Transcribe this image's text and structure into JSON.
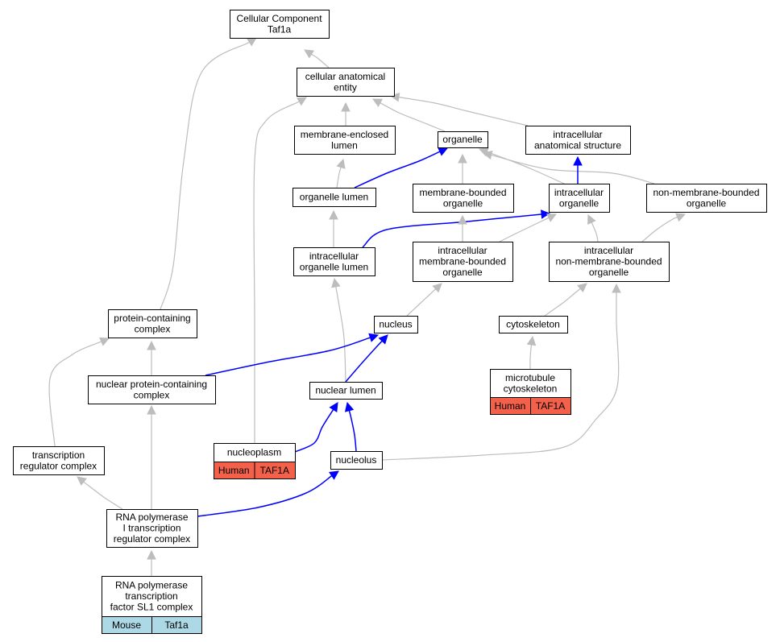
{
  "nodes": {
    "cc_root": {
      "lines": [
        "Cellular Component",
        "Taf1a"
      ]
    },
    "cae": {
      "lines": [
        "cellular anatomical",
        "entity"
      ]
    },
    "mel": {
      "lines": [
        "membrane-enclosed",
        "lumen"
      ]
    },
    "organelle": {
      "lines": [
        "organelle"
      ]
    },
    "ias": {
      "lines": [
        "intracellular",
        "anatomical structure"
      ]
    },
    "ol": {
      "lines": [
        "organelle lumen"
      ]
    },
    "mbo": {
      "lines": [
        "membrane-bounded",
        "organelle"
      ]
    },
    "io": {
      "lines": [
        "intracellular",
        "organelle"
      ]
    },
    "nmbo": {
      "lines": [
        "non-membrane-bounded",
        "organelle"
      ]
    },
    "iol": {
      "lines": [
        "intracellular",
        "organelle lumen"
      ]
    },
    "imbo": {
      "lines": [
        "intracellular",
        "membrane-bounded",
        "organelle"
      ]
    },
    "inmbo": {
      "lines": [
        "intracellular",
        "non-membrane-bounded",
        "organelle"
      ]
    },
    "pcc": {
      "lines": [
        "protein-containing",
        "complex"
      ]
    },
    "nucleus": {
      "lines": [
        "nucleus"
      ]
    },
    "cytoskeleton": {
      "lines": [
        "cytoskeleton"
      ]
    },
    "npcc": {
      "lines": [
        "nuclear protein-containing",
        "complex"
      ]
    },
    "nl": {
      "lines": [
        "nuclear lumen"
      ]
    },
    "mt": {
      "lines": [
        "microtubule",
        "cytoskeleton"
      ],
      "cells": [
        "Human",
        "TAF1A"
      ]
    },
    "trc": {
      "lines": [
        "transcription",
        "regulator complex"
      ]
    },
    "np": {
      "lines": [
        "nucleoplasm"
      ],
      "cells": [
        "Human",
        "TAF1A"
      ]
    },
    "nucleolus": {
      "lines": [
        "nucleolus"
      ]
    },
    "rpi": {
      "lines": [
        "RNA polymerase",
        "I transcription",
        "regulator complex"
      ]
    },
    "sl1": {
      "lines": [
        "RNA polymerase",
        "transcription",
        "factor SL1 complex"
      ],
      "cells": [
        "Mouse",
        "Taf1a"
      ]
    }
  },
  "edges": [
    {
      "from": "cae",
      "to": "cc_root",
      "color": "gray"
    },
    {
      "from": "pcc",
      "to": "cc_root",
      "color": "gray"
    },
    {
      "from": "mel",
      "to": "cae",
      "color": "gray"
    },
    {
      "from": "organelle",
      "to": "cae",
      "color": "gray"
    },
    {
      "from": "ias",
      "to": "cae",
      "color": "gray"
    },
    {
      "from": "np",
      "to": "cae",
      "color": "gray"
    },
    {
      "from": "ol",
      "to": "mel",
      "color": "gray"
    },
    {
      "from": "ol",
      "to": "organelle",
      "color": "blue"
    },
    {
      "from": "mbo",
      "to": "organelle",
      "color": "gray"
    },
    {
      "from": "io",
      "to": "organelle",
      "color": "gray"
    },
    {
      "from": "nmbo",
      "to": "organelle",
      "color": "gray"
    },
    {
      "from": "io",
      "to": "ias",
      "color": "blue"
    },
    {
      "from": "iol",
      "to": "ol",
      "color": "gray"
    },
    {
      "from": "iol",
      "to": "io",
      "color": "blue"
    },
    {
      "from": "imbo",
      "to": "mbo",
      "color": "gray"
    },
    {
      "from": "imbo",
      "to": "io",
      "color": "gray"
    },
    {
      "from": "inmbo",
      "to": "io",
      "color": "gray"
    },
    {
      "from": "inmbo",
      "to": "nmbo",
      "color": "gray"
    },
    {
      "from": "nucleus",
      "to": "imbo",
      "color": "gray"
    },
    {
      "from": "cytoskeleton",
      "to": "inmbo",
      "color": "gray"
    },
    {
      "from": "mt",
      "to": "cytoskeleton",
      "color": "gray"
    },
    {
      "from": "nl",
      "to": "iol",
      "color": "gray"
    },
    {
      "from": "nl",
      "to": "nucleus",
      "color": "blue"
    },
    {
      "from": "npcc",
      "to": "pcc",
      "color": "gray"
    },
    {
      "from": "npcc",
      "to": "nucleus",
      "color": "blue"
    },
    {
      "from": "trc",
      "to": "pcc",
      "color": "gray"
    },
    {
      "from": "np",
      "to": "nl",
      "color": "blue"
    },
    {
      "from": "nucleolus",
      "to": "nl",
      "color": "blue"
    },
    {
      "from": "nucleolus",
      "to": "inmbo",
      "color": "gray"
    },
    {
      "from": "rpi",
      "to": "trc",
      "color": "gray"
    },
    {
      "from": "rpi",
      "to": "npcc",
      "color": "gray"
    },
    {
      "from": "rpi",
      "to": "nucleolus",
      "color": "blue"
    },
    {
      "from": "sl1",
      "to": "rpi",
      "color": "gray"
    }
  ],
  "colors": {
    "edge_gray": "#bdbdbd",
    "edge_blue": "#0000ff",
    "human_cell": "#f4614b",
    "mouse_cell": "#add8e6"
  }
}
